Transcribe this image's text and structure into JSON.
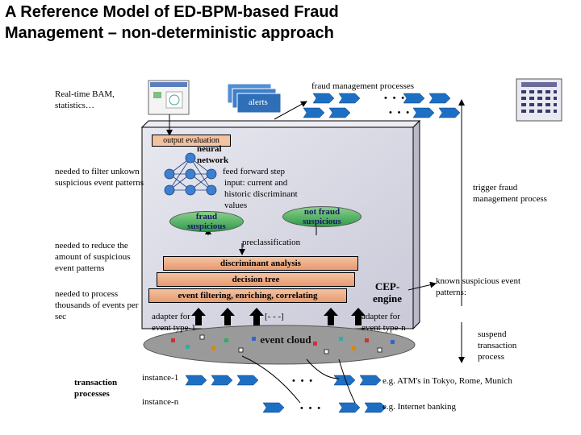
{
  "title_line1": "A Reference Model of ED-BPM-based Fraud",
  "title_line2": "Management – non-deterministic approach",
  "labels": {
    "bam": "Real-time BAM, statistics…",
    "alerts": "alerts",
    "fraud_processes": "fraud management processes",
    "output_evaluation": "output evaluation",
    "neural_network": "neural network",
    "feed_forward": "feed forward step",
    "input_current": "input: current and historic discriminant values",
    "needed_filter": "needed to filter unkown suspicious event patterns",
    "trigger": "trigger fraud management process",
    "fraud_suspicious": "fraud suspicious",
    "not_fraud_suspicious": "not fraud suspicious",
    "preclassification": "preclassification",
    "needed_reduce": "needed to reduce the amount of suspicious event patterns",
    "discriminant_analysis": "discriminant analysis",
    "decision_tree": "decision tree",
    "event_filtering": "event filtering, enriching, correlating",
    "cep_engine": "CEP-engine",
    "known_patterns": "known suspicious event patterns:",
    "needed_process": "needed to process thousands of events per sec",
    "adapter_1": "adapter for event type-1",
    "adapter_n": "adapter for event type-n",
    "adapter_dots": "[- - -]",
    "event_cloud": "event cloud",
    "suspend": "suspend transaction process",
    "transaction_processes": "transaction processes",
    "instance_1": "instance-1",
    "instance_n": "instance-n",
    "atm_example": "e.g. ATM's in Tokyo, Rome, Munich",
    "internet_example": "e.g. Internet banking",
    "dots": "• • •"
  },
  "colors": {
    "engine_box": "#d9d9e6",
    "layer_fill": "#eea47c",
    "neuron": "#3e7fcf",
    "cylinder": "#3fa658",
    "arrow_blue": "#1d6fc4",
    "cloud": "#9a9a9a"
  }
}
